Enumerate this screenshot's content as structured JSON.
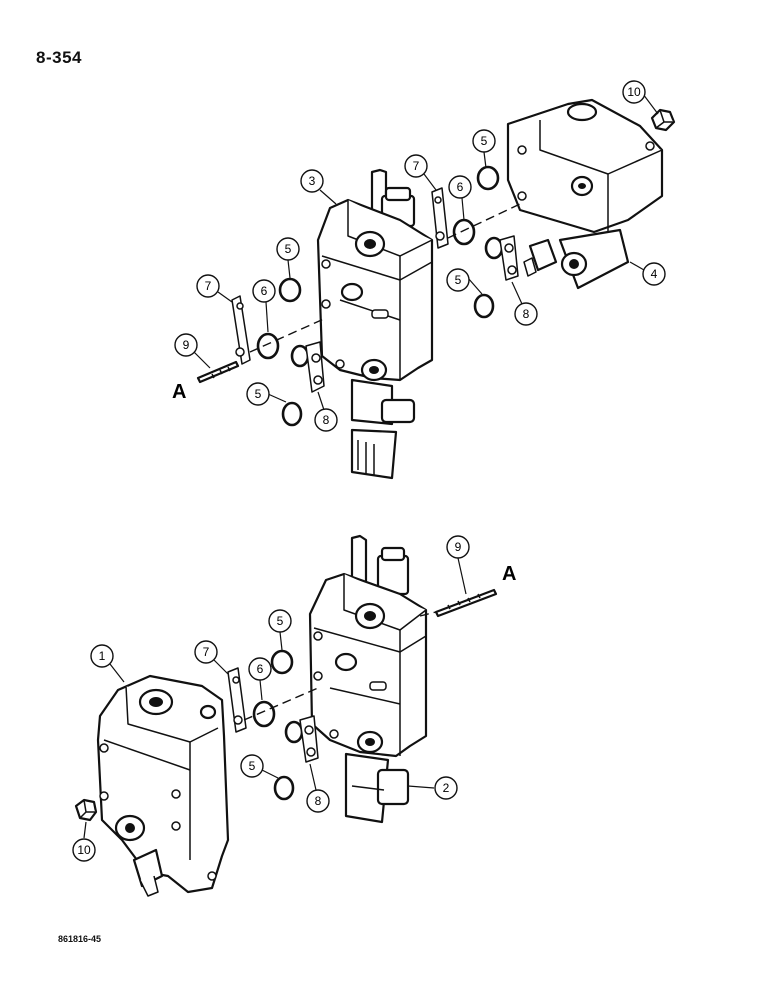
{
  "page": {
    "number": "8-354",
    "figure_code": "861816-45"
  },
  "reference_letter": "A",
  "callouts": {
    "c1": "1",
    "c2": "2",
    "c3": "3",
    "c4": "4",
    "c5": "5",
    "c6": "6",
    "c7": "7",
    "c8": "8",
    "c9": "9",
    "c10": "10"
  }
}
